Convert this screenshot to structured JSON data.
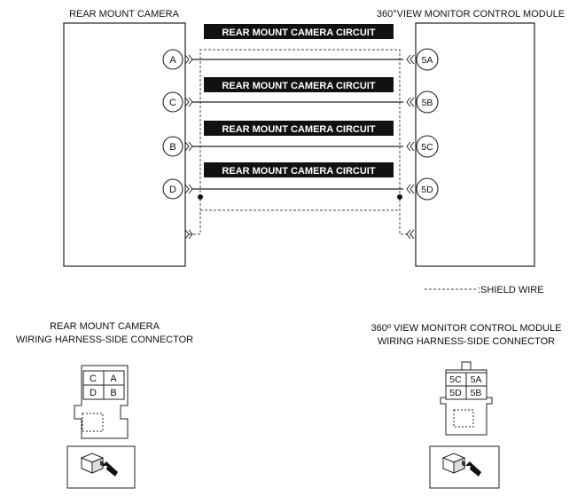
{
  "components": {
    "left_title": "REAR MOUNT CAMERA",
    "right_title": "360°VIEW MONITOR CONTROL MODULE"
  },
  "circuits": [
    {
      "label": "REAR MOUNT CAMERA CIRCUIT",
      "left_pin": "A",
      "right_pin": "5A"
    },
    {
      "label": "REAR MOUNT CAMERA CIRCUIT",
      "left_pin": "C",
      "right_pin": "5B"
    },
    {
      "label": "REAR MOUNT CAMERA CIRCUIT",
      "left_pin": "B",
      "right_pin": "5C"
    },
    {
      "label": "REAR MOUNT CAMERA CIRCUIT",
      "left_pin": "D",
      "right_pin": "5D"
    }
  ],
  "legend": {
    "shield_wire": ":SHIELD WIRE"
  },
  "connectors": {
    "left": {
      "title_line1": "REAR MOUNT CAMERA",
      "title_line2": "WIRING HARNESS-SIDE CONNECTOR",
      "pins": [
        [
          "C",
          "A"
        ],
        [
          "D",
          "B"
        ]
      ]
    },
    "right": {
      "title_line1": "360º VIEW MONITOR CONTROL MODULE",
      "title_line2": "WIRING HARNESS-SIDE CONNECTOR",
      "pins": [
        [
          "5C",
          "5A"
        ],
        [
          "5D",
          "5B"
        ]
      ]
    }
  },
  "colors": {
    "circuit_label_bg": "#111111",
    "circuit_label_text": "#ffffff",
    "line": "#222222"
  }
}
